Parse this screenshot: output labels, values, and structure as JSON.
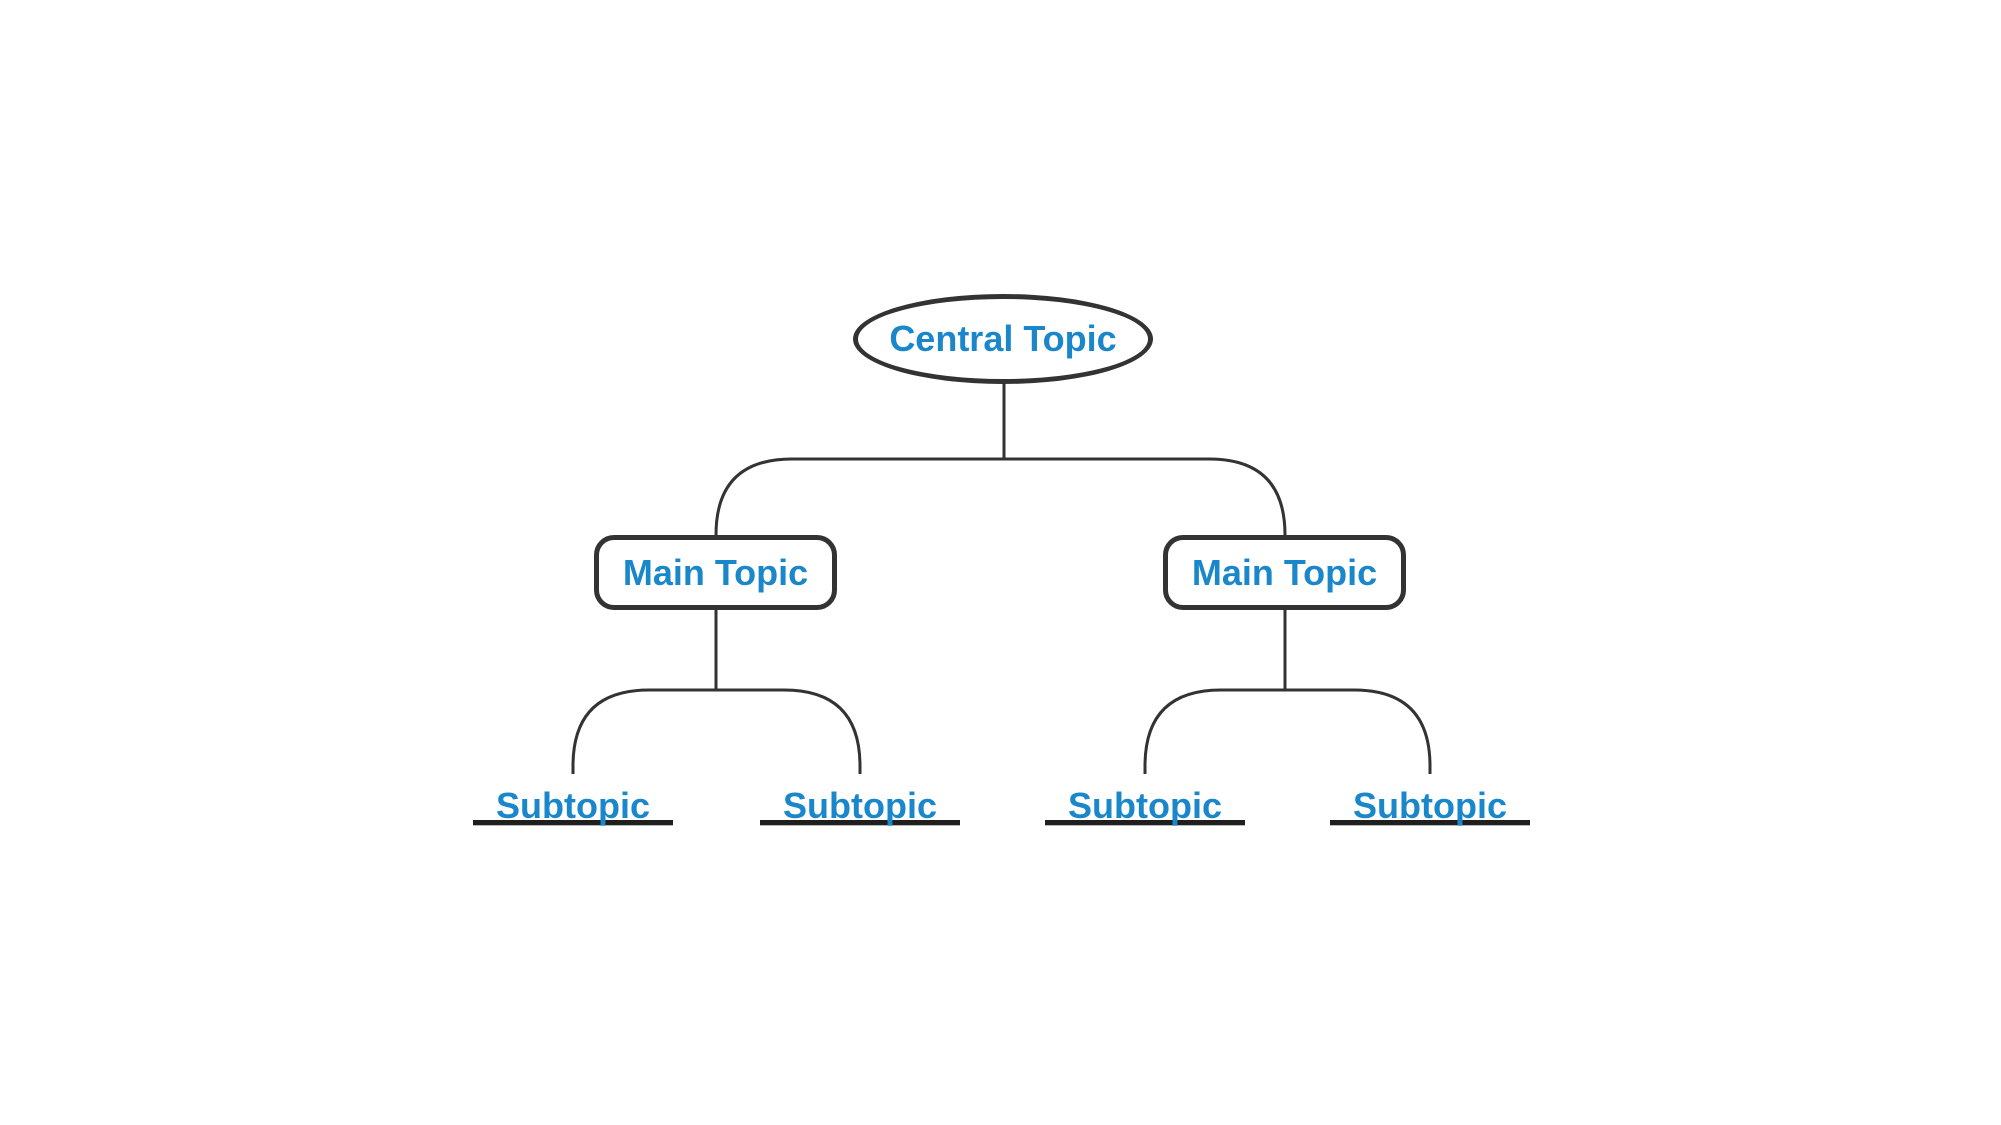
{
  "canvas": {
    "background": "#ffffff"
  },
  "diagram": {
    "type": "mindmap",
    "colors": {
      "node_text": "#1b87cb",
      "line_stroke": "#333333",
      "underline": "#1f1f1f"
    },
    "root": {
      "label": "Central Topic"
    },
    "main_topics": [
      {
        "label": "Main Topic"
      },
      {
        "label": "Main Topic"
      }
    ],
    "subtopics": [
      {
        "label": "Subtopic"
      },
      {
        "label": "Subtopic"
      },
      {
        "label": "Subtopic"
      },
      {
        "label": "Subtopic"
      }
    ]
  }
}
